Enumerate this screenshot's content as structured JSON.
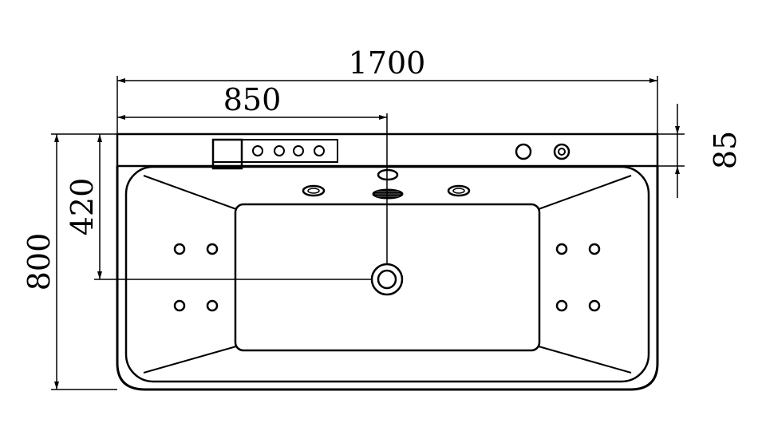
{
  "dimensions": {
    "total_length": "1700",
    "drain_offset_x": "850",
    "total_width": "800",
    "drain_offset_y": "420",
    "deck_depth": "85"
  },
  "colors": {
    "line": "#000000",
    "background": "#ffffff"
  },
  "components": {
    "control_panel_buttons": 4,
    "side_jets_per_end": 4,
    "headrest_jets": 2,
    "deck_controls": 2
  }
}
